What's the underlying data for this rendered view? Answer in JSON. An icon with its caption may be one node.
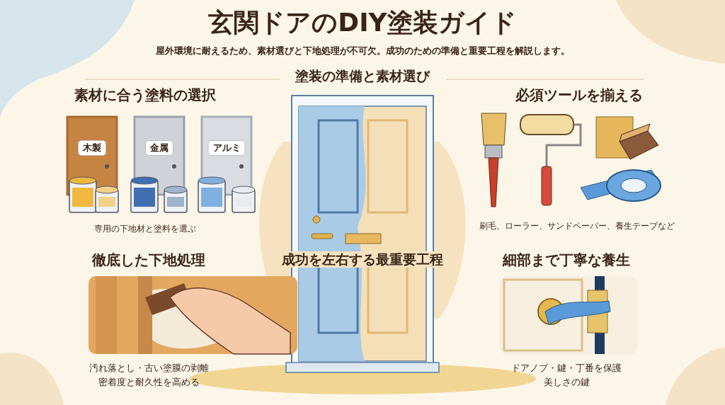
{
  "diagram": {
    "title": "玄関ドアのDIY塗装ガイド",
    "labels": [
      "屋外環境に耐えるため、素材選びと下地処理が不可欠。成功のための準備と重要工程を解説します。",
      "塗装の準備と素材選び",
      "素材に合う塗料の選択",
      "必須ツールを揃える",
      "木製",
      "金属",
      "アルミ",
      "専用の下地材と塗料を選ぶ",
      "刷毛、ローラー、サンドペーパー、養生テープなど",
      "徹底した下地処理",
      "成功を左右する最重要工程",
      "細部まで丁寧な養生",
      "汚れ落とし・古い塗膜の剥離",
      "密着度と耐久性を高める",
      "ドアノブ・鍵・丁番を保護",
      "美しさの鍵"
    ]
  }
}
